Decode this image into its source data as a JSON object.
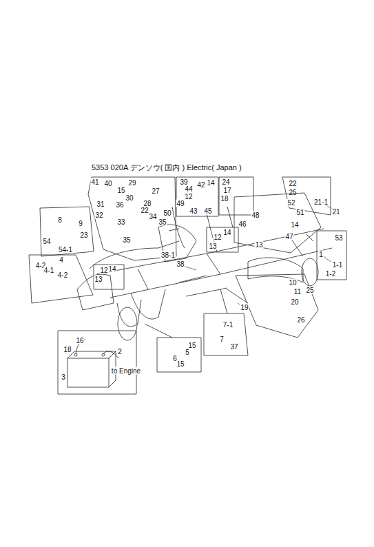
{
  "diagram": {
    "title": "5353 020A デンソウ( 国内 ) Electric( Japan )",
    "nodes": [
      {
        "text": [
          "41",
          "40",
          "29",
          "15",
          "30",
          "27",
          "31",
          "28",
          "36",
          "22",
          "50",
          "32",
          "33",
          "34",
          "35",
          "35"
        ]
      },
      {
        "text": [
          "39",
          "44",
          "42",
          "14",
          "12",
          "49",
          "43",
          "45"
        ]
      },
      {
        "text": [
          "24",
          "17",
          "18"
        ]
      },
      {
        "text": [
          "22",
          "25",
          "21-1"
        ]
      },
      {
        "text": [
          "8",
          "9",
          "23",
          "54",
          "54-1"
        ]
      },
      {
        "text": [
          "52",
          "48",
          "51",
          "46",
          "14",
          "47",
          "13"
        ]
      },
      {
        "text": [
          "12",
          "14",
          "13"
        ]
      },
      {
        "text": [
          "53",
          "1-1",
          "1-2"
        ]
      },
      {
        "text": [
          "4",
          "4-2",
          "4-1",
          "4-2"
        ]
      },
      {
        "text": [
          "12",
          "14",
          "13"
        ]
      },
      {
        "text": [
          "10",
          "11",
          "25",
          "20",
          "26"
        ]
      },
      {
        "text": [
          "7-1",
          "7",
          "37"
        ]
      },
      {
        "text": [
          "15",
          "5",
          "15",
          "6"
        ]
      },
      {
        "text": [
          "16",
          "18",
          "2",
          "to Engine",
          "3"
        ]
      }
    ],
    "labels": [
      "38-1",
      "38",
      "1",
      "19",
      "21"
    ]
  }
}
